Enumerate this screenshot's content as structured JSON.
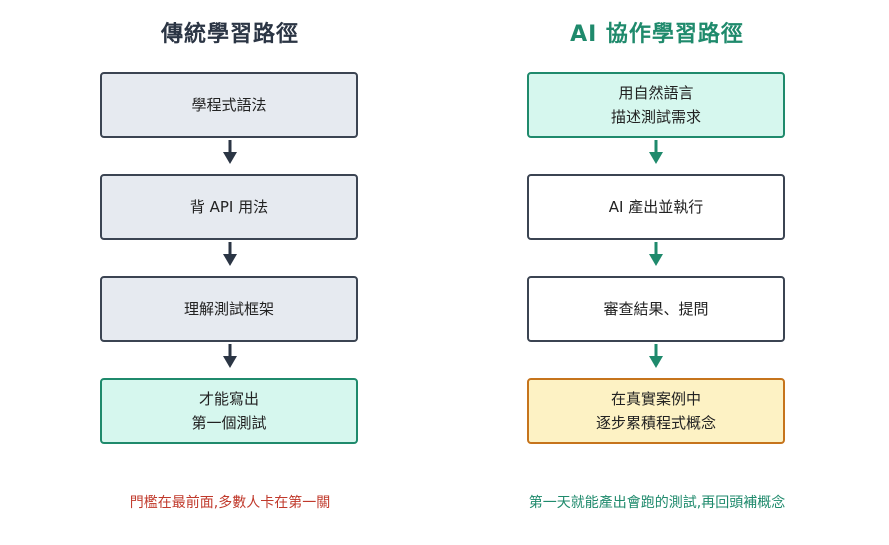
{
  "left": {
    "title": "傳統學習路徑",
    "steps": [
      "學程式語法",
      "背 API 用法",
      "理解測試框架",
      "才能寫出\n第一個測試"
    ],
    "note": "門檻在最前面,多數人卡在第一關"
  },
  "right": {
    "title": "AI 協作學習路徑",
    "steps": [
      "用自然語言\n描述測試需求",
      "AI 產出並執行",
      "審查結果、提問",
      "在真實案例中\n逐步累積程式概念"
    ],
    "note": "第一天就能產出會跑的測試,再回頭補概念"
  },
  "colors": {
    "gray_fill": "#e6eaf0",
    "mint_fill": "#d6f7ee",
    "yellow_fill": "#fdf2c4",
    "dark_stroke": "#3b4452",
    "teal": "#1f8a6c",
    "orange_stroke": "#c6741c",
    "red_note": "#c0392b"
  }
}
